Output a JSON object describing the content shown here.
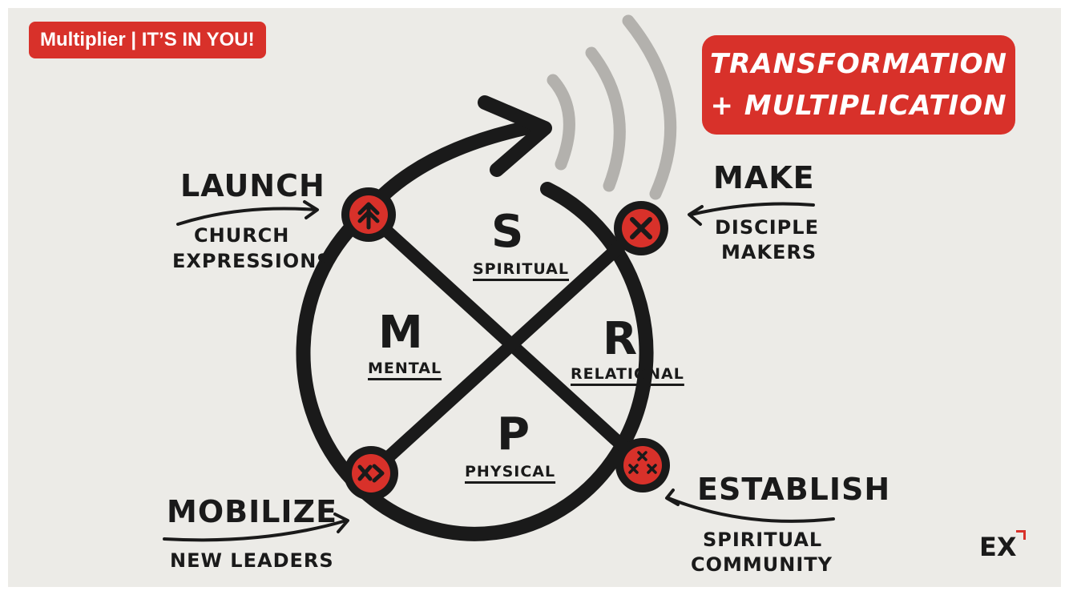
{
  "badge": {
    "text": "Multiplier | IT’S IN YOU!"
  },
  "title": {
    "line1": "TRANSFORMATION",
    "line2": "+ MULTIPLICATION"
  },
  "stages": {
    "launch": {
      "verb": "LAUNCH",
      "line1": "CHURCH",
      "line2": "EXPRESSIONS"
    },
    "make": {
      "verb": "MAKE",
      "line1": "DISCIPLE",
      "line2": "MAKERS"
    },
    "mobilize": {
      "verb": "MOBILIZE",
      "line1": "NEW LEADERS"
    },
    "establish": {
      "verb": "ESTABLISH",
      "line1": "SPIRITUAL",
      "line2": "COMMUNITY"
    }
  },
  "quadrants": {
    "spiritual": {
      "letter": "S",
      "label": "SPIRITUAL"
    },
    "mental": {
      "letter": "M",
      "label": "MENTAL"
    },
    "relational": {
      "letter": "R",
      "label": "RELATIONAL"
    },
    "physical": {
      "letter": "P",
      "label": "PHYSICAL"
    }
  },
  "logo": {
    "text": "EX"
  },
  "colors": {
    "accent": "#d8312a",
    "ink": "#1a1a1a",
    "background": "#ecebe7",
    "waves": "#b3b1ad"
  },
  "icons": {
    "launch_node": "arrow-up-tree-icon",
    "make_node": "x-icon",
    "mobilize_node": "x-arrow-icon",
    "establish_node": "multiple-x-icon"
  }
}
